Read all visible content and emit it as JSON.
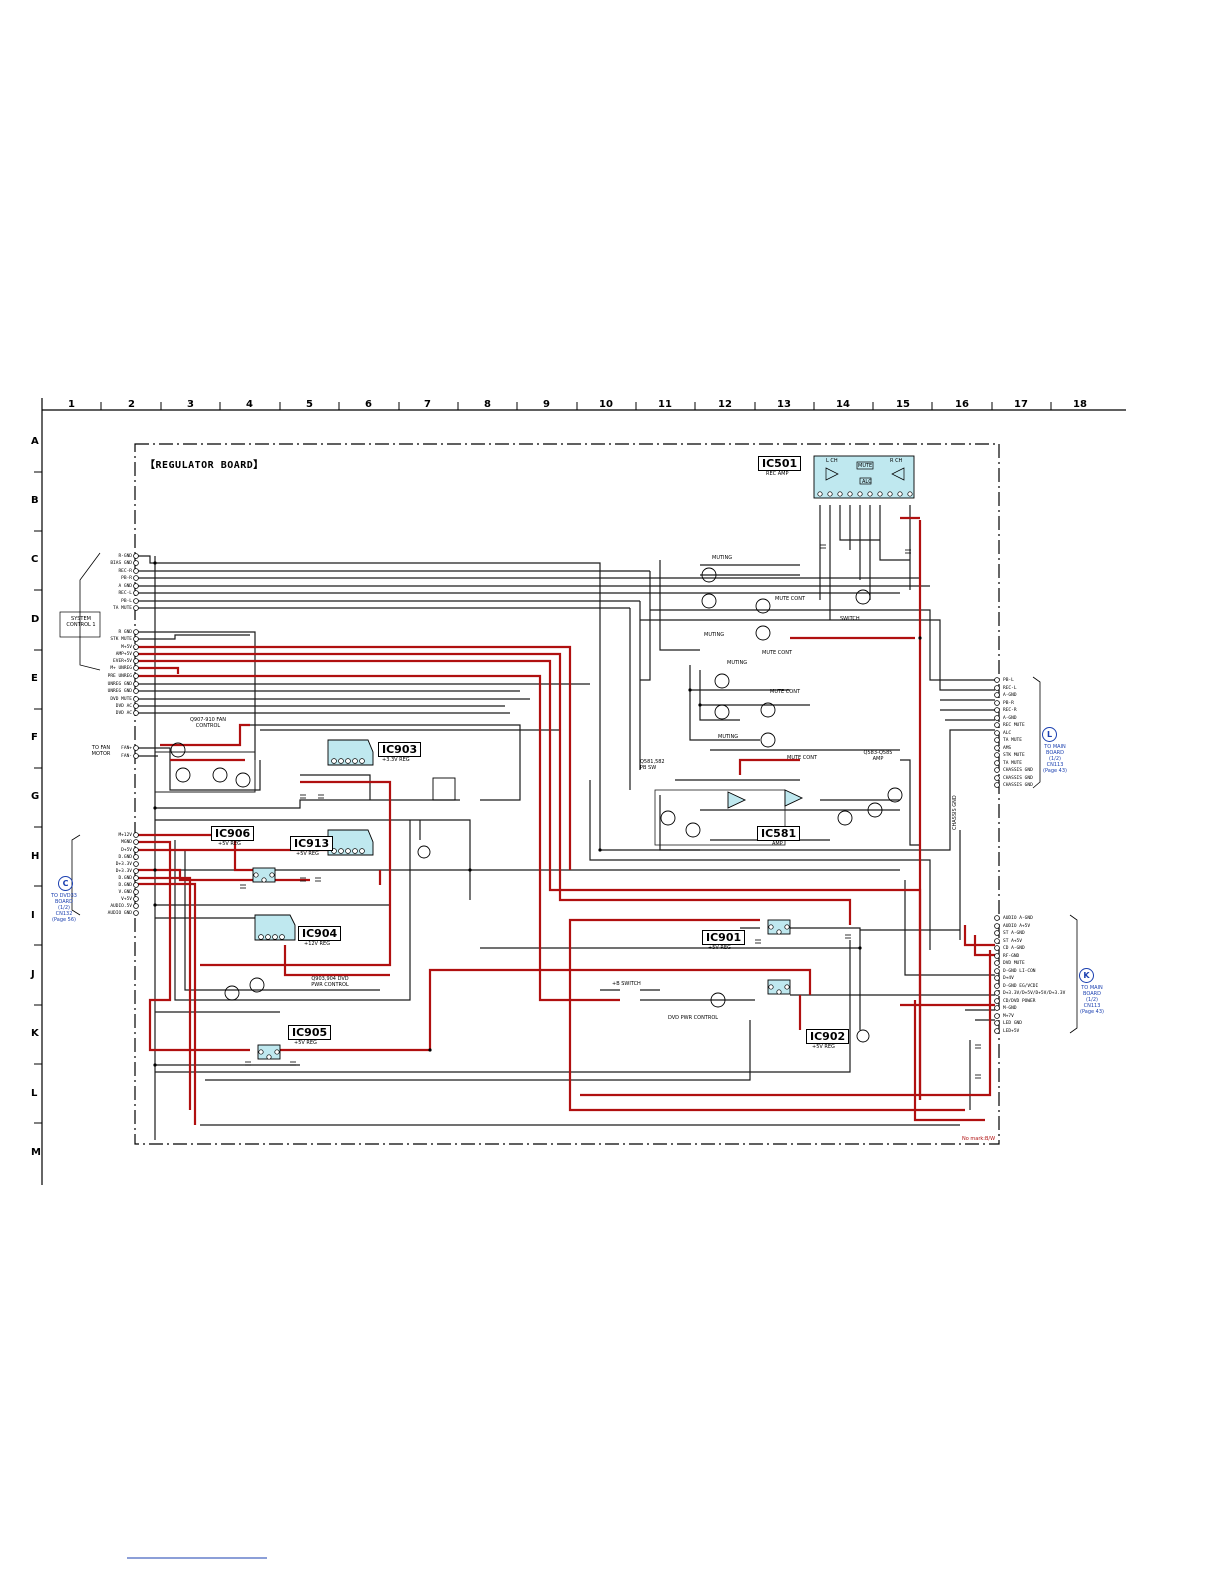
{
  "board_title": "【REGULATOR BOARD】",
  "grid": {
    "columns": [
      "1",
      "2",
      "3",
      "4",
      "5",
      "6",
      "7",
      "8",
      "9",
      "10",
      "11",
      "12",
      "13",
      "14",
      "15",
      "16",
      "17",
      "18"
    ],
    "rows": [
      "A",
      "B",
      "C",
      "D",
      "E",
      "F",
      "G",
      "H",
      "I",
      "J",
      "K",
      "L",
      "M"
    ]
  },
  "ics": {
    "ic501": {
      "label": "IC501",
      "sub": "REC AMP",
      "lch": "L CH",
      "rch": "R CH",
      "mute": "MUTE",
      "alc": "ALC"
    },
    "ic903": {
      "label": "IC903",
      "sub": "+3.3V REG"
    },
    "ic906": {
      "label": "IC906",
      "sub": "+5V REG"
    },
    "ic913": {
      "label": "IC913",
      "sub": "+5V REG"
    },
    "ic904": {
      "label": "IC904",
      "sub": "+12V REG"
    },
    "ic905": {
      "label": "IC905",
      "sub": "+5V REG"
    },
    "ic901": {
      "label": "IC901",
      "sub": "+5V REG"
    },
    "ic902": {
      "label": "IC902",
      "sub": "+5V REG"
    },
    "ic581": {
      "label": "IC581",
      "sub": "AMP"
    }
  },
  "connector_system_control": {
    "title": "SYSTEM CONTROL 1",
    "pins_top": [
      "R-GND",
      "BIAS GND",
      "REC-R",
      "PB-R",
      "A GND",
      "REC-L",
      "PB-L",
      "TA MUTE"
    ],
    "pins_bottom": [
      "R GND",
      "STK MUTE",
      "M+5V",
      "AMP+5V",
      "EVER+5V",
      "M+ UNREG",
      "PRE UNREG",
      "UNREG GND",
      "UNREG GND",
      "DVD MUTE",
      "DVD AC",
      "DVD AC"
    ]
  },
  "connector_fan": {
    "title": "TO FAN MOTOR",
    "pins": [
      "FAN+",
      "FAN-"
    ]
  },
  "connector_c": {
    "ref": "C",
    "title": "TO DVD33 BOARD (1/2) CN132 (Page 56)",
    "pins": [
      "M+12V",
      "MGND",
      "D+5V",
      "D.GND",
      "D+3.3V",
      "D+3.3V",
      "D.GND",
      "D.GND",
      "V.GND",
      "V+5V",
      "AUDIO.5V",
      "AUDIO GND"
    ]
  },
  "connector_l": {
    "ref": "L",
    "title": "TO MAIN BOARD (1/2) CN113 (Page 43)",
    "pins": [
      "PB-L",
      "REC-L",
      "A-GND",
      "PB-R",
      "REC-R",
      "A-GND",
      "REC MUTE",
      "ALC",
      "TA MUTE",
      "AMS",
      "STK MUTE",
      "TA MUTE",
      "CHASSIS GND",
      "CHASSIS GND",
      "CHASSIS GND"
    ]
  },
  "connector_k": {
    "ref": "K",
    "title": "TO MAIN BOARD (1/2) CN113 (Page 43)",
    "pins": [
      "AUDIO A-GND",
      "AUDIO A+5V",
      "ST A-GND",
      "ST A+5V",
      "CD A-GND",
      "RF-GND",
      "DVD MUTE",
      "D-GND LI-CON",
      "D+4V",
      "D-GND EG/VCDI",
      "D+3.3V/D+5V/D+5V/D+3.3V",
      "CD/DVD POWER",
      "M-GND",
      "M+7V",
      "LED GND",
      "LED+5V"
    ]
  },
  "annotations": {
    "fan_control": "Q907-910 FAN CONTROL",
    "muting_top": "MUTING",
    "mute_cont_1": "MUTE CONT",
    "switch": "SWITCH",
    "muting_mid": "MUTING",
    "mute_cont_2": "MUTE CONT",
    "mute_cont_3": "MUTE CONT",
    "muting_low": "MUTING",
    "mute_cont_4": "MUTE CONT",
    "q581": "Q581,582 PB SW",
    "q583": "Q583-Q585 AMP",
    "dvd_pwr": "Q903,904 DVD PWR CONTROL",
    "dvd_pwr2": "DVD PWR CONTROL",
    "switch2": "+B SWITCH",
    "chassis_gnd": "CHASSIS GND",
    "corner_note": "No mark:B/W"
  },
  "colors": {
    "wire_black": "#1c1c1c",
    "wire_red": "#b01010",
    "ic_fill": "#bfe8ef",
    "blue": "#1a3fb0"
  }
}
